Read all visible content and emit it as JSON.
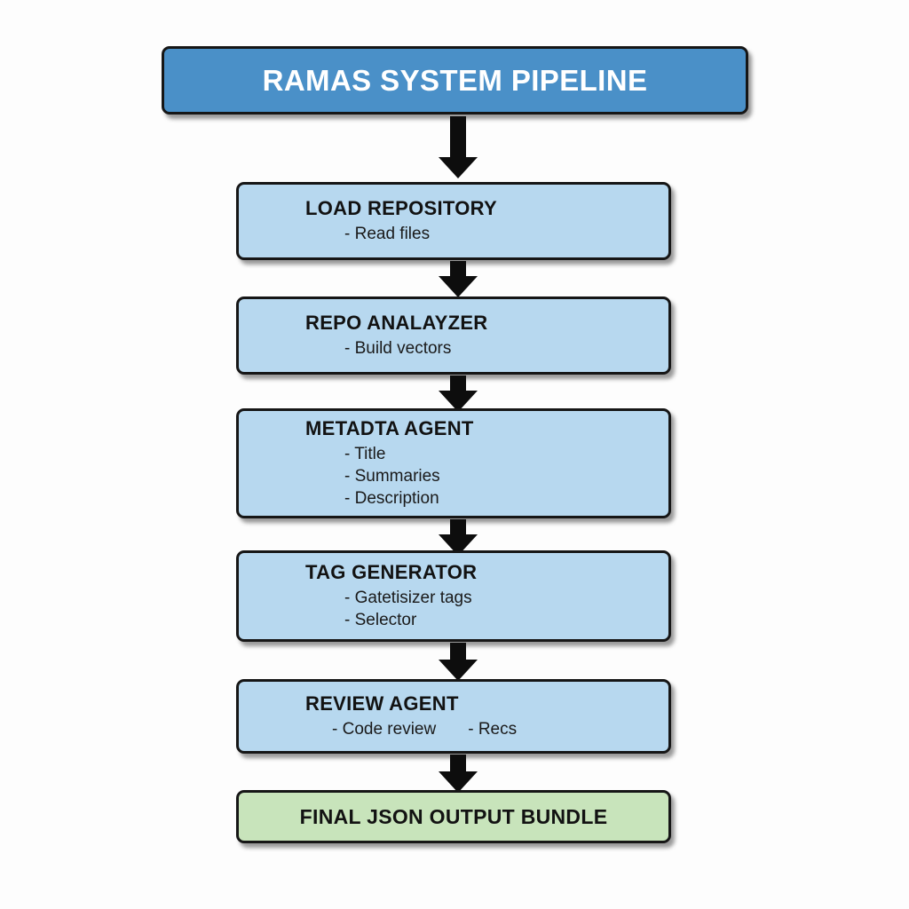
{
  "diagram": {
    "title": "RAMAS SYSTEM PIPELINE",
    "background_color": "#fdfdfd",
    "header": {
      "label": "RAMAS SYSTEM PIPELINE",
      "fill_color": "#4a90c8",
      "text_color": "#ffffff"
    },
    "stages": [
      {
        "label": "LOAD REPOSITORY",
        "bullets": [
          "- Read files"
        ],
        "fill_color": "#b7d8ef"
      },
      {
        "label": "REPO ANALAYZER",
        "bullets": [
          "- Build vectors"
        ],
        "fill_color": "#b7d8ef"
      },
      {
        "label": "METADTA AGENT",
        "bullets": [
          "- Title",
          "- Summaries",
          "- Description"
        ],
        "fill_color": "#b7d8ef"
      },
      {
        "label": "TAG GENERATOR",
        "bullets": [
          "- Gatetisizer tags",
          "- Selector"
        ],
        "fill_color": "#b7d8ef"
      },
      {
        "label": "REVIEW AGENT",
        "bullets": [
          "- Code review",
          "- Recs"
        ],
        "fill_color": "#b7d8ef"
      }
    ],
    "terminal": {
      "label": "FINAL JSON OUTPUT BUNDLE",
      "fill_color": "#c8e4bb",
      "text_color": "#121212"
    },
    "connectors": {
      "style": "down-arrow",
      "color": "#0d0d0d",
      "count": 6
    }
  }
}
